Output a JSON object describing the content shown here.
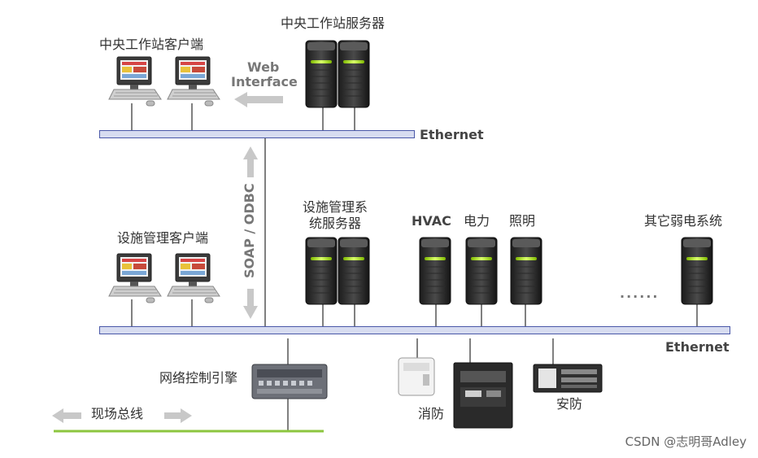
{
  "labels": {
    "central_server": "中央工作站服务器",
    "central_client": "中央工作站客户端",
    "web_interface_line1": "Web",
    "web_interface_line2": "Interface",
    "ethernet_top": "Ethernet",
    "soap_odbc": "SOAP / ODBC",
    "facility_server_line1": "设施管理系",
    "facility_server_line2": "统服务器",
    "facility_client": "设施管理客户端",
    "hvac": "HVAC",
    "power": "电力",
    "lighting": "照明",
    "other_systems": "其它弱电系统",
    "dots": "......",
    "ethernet_bottom": "Ethernet",
    "network_engine": "网络控制引擎",
    "fire": "消防",
    "security": "安防",
    "field_bus": "现场总线"
  },
  "watermark": "CSDN @志明哥Adley",
  "colors": {
    "bus_border": "#4a58a8",
    "bus_fill": "#d7dcf0",
    "field_bus": "#8cc63f",
    "arrow": "#c8c8c8",
    "server_led": "#b5e61d"
  }
}
